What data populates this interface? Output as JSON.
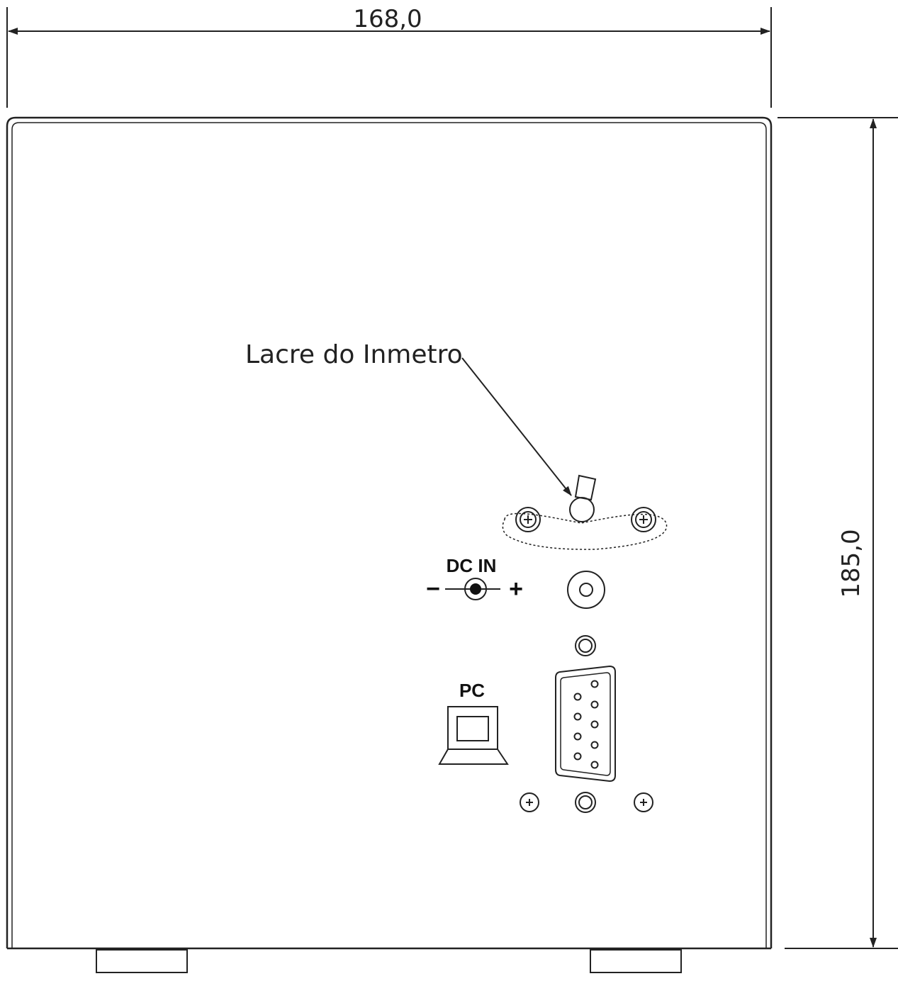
{
  "dimensions": {
    "width_label": "168,0",
    "height_label": "185,0"
  },
  "callout": {
    "label": "Lacre do Inmetro"
  },
  "dc_in": {
    "label": "DC IN",
    "minus_symbol": "−",
    "plus_symbol": "+"
  },
  "pc_port": {
    "label": "PC",
    "icon": "laptop-icon"
  },
  "colors": {
    "line": "#222222",
    "background": "#ffffff"
  }
}
